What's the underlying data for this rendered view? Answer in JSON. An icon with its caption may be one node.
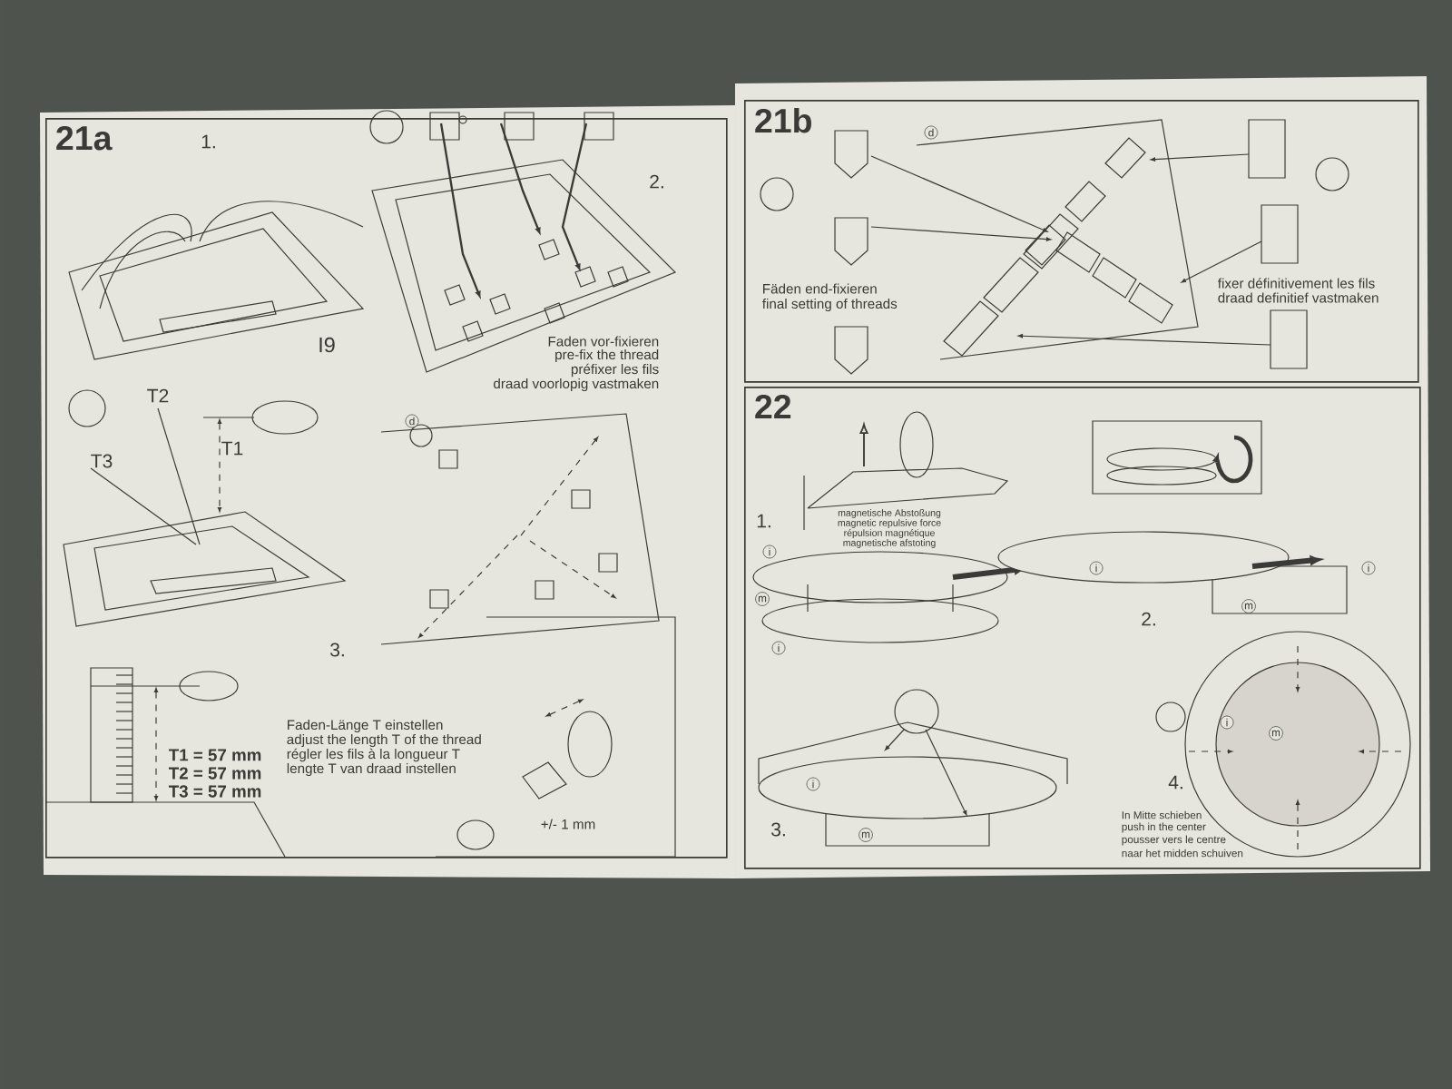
{
  "diagram": {
    "nodes": [
      {
        "text": [
          "21a"
        ]
      },
      {
        "text": [
          "21b"
        ]
      },
      {
        "text": [
          "22"
        ]
      }
    ],
    "labels": [
      "1.",
      "I9",
      "2.",
      "Faden vor-fixieren",
      "pre-fix the thread",
      "préfixer les fils",
      "draad voorlopig vastmaken",
      "T2",
      "T1",
      "d",
      "T3",
      "3.",
      "T1 = 57 mm",
      "T2 = 57 mm",
      "T3 = 57 mm",
      "Faden-Länge T einstellen",
      "adjust the length T of the thread",
      "régler les fils à la longueur T",
      "lengte T van draad instellen",
      "+/- 1 mm",
      "d",
      "Fäden end-fixieren",
      "final setting of threads",
      "fixer définitivement les fils",
      "draad definitief vastmaken",
      "1.",
      "magnetische Abstoßung",
      "magnetic repulsive force",
      "répulsion magnétique",
      "magnetische afstoting",
      "i",
      "m",
      "i",
      "i",
      "i",
      "m",
      "2.",
      "3.",
      "i",
      "m",
      "4.",
      "i",
      "m",
      "In Mitte schieben",
      "push in the center",
      "pousser vers le centre",
      "naar het midden schuiven"
    ]
  }
}
